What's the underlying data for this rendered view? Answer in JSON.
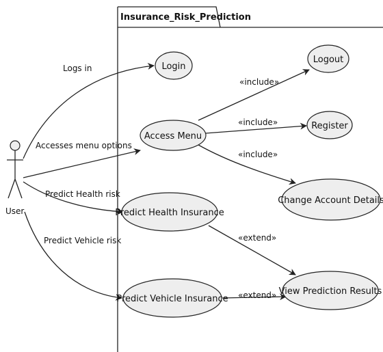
{
  "package": {
    "title": "Insurance_Risk_Prediction"
  },
  "actor": {
    "label": "User"
  },
  "use_cases": {
    "login": "Login",
    "logout": "Logout",
    "access_menu": "Access Menu",
    "register": "Register",
    "change_account": "Change Account Details",
    "predict_health": "Predict Health Insurance",
    "predict_vehicle": "Predict Vehicle Insurance",
    "view_results": "View Prediction Results"
  },
  "relations": {
    "logs_in": "Logs in",
    "accesses_menu": "Accesses menu options",
    "predict_health_risk": "Predict Health risk",
    "predict_vehicle_risk": "Predict Vehicle risk",
    "include_logout": "«include»",
    "include_register": "«include»",
    "include_change": "«include»",
    "extend_health": "«extend»",
    "extend_vehicle": "«extend»"
  }
}
